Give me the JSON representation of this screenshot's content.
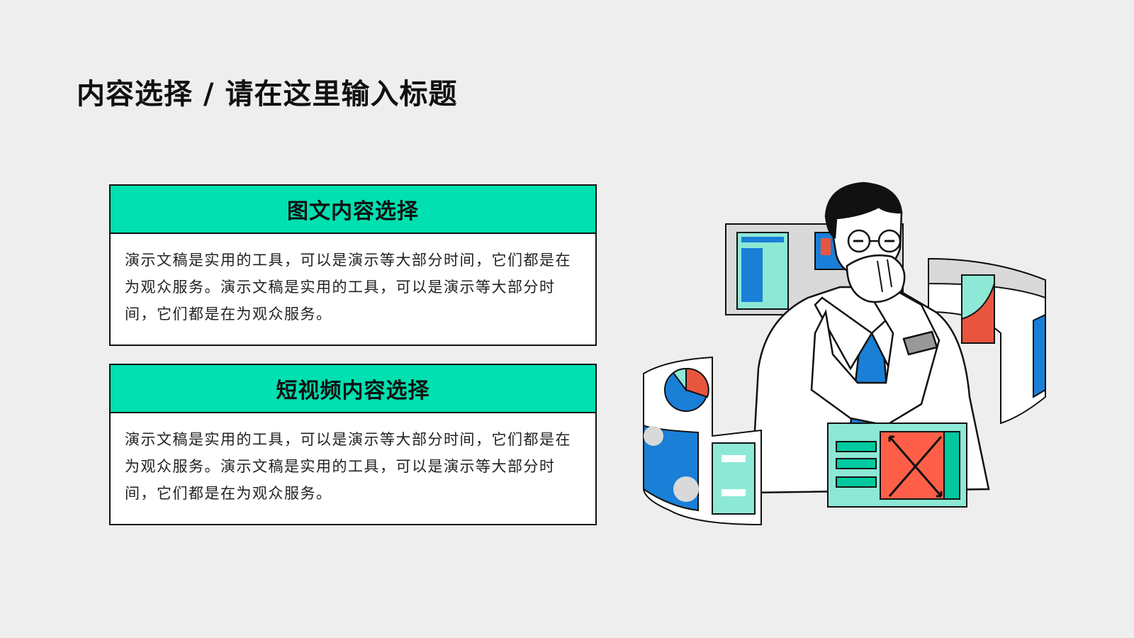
{
  "page": {
    "title": "内容选择 / 请在这里输入标题"
  },
  "cards": [
    {
      "header": "图文内容选择",
      "body": "演示文稿是实用的工具，可以是演示等大部分时间，它们都是在为观众服务。演示文稿是实用的工具，可以是演示等大部分时间，它们都是在为观众服务。"
    },
    {
      "header": "短视频内容选择",
      "body": "演示文稿是实用的工具，可以是演示等大部分时间，它们都是在为观众服务。演示文稿是实用的工具，可以是演示等大部分时间，它们都是在为观众服务。"
    }
  ],
  "colors": {
    "accent": "#00e0b0",
    "blue": "#1a7fd6",
    "mint": "#8de8d6",
    "red": "#e8553f",
    "background": "#eeeeee"
  },
  "illustration": {
    "icon": "thinking-man-with-dashboard-screens-icon"
  }
}
